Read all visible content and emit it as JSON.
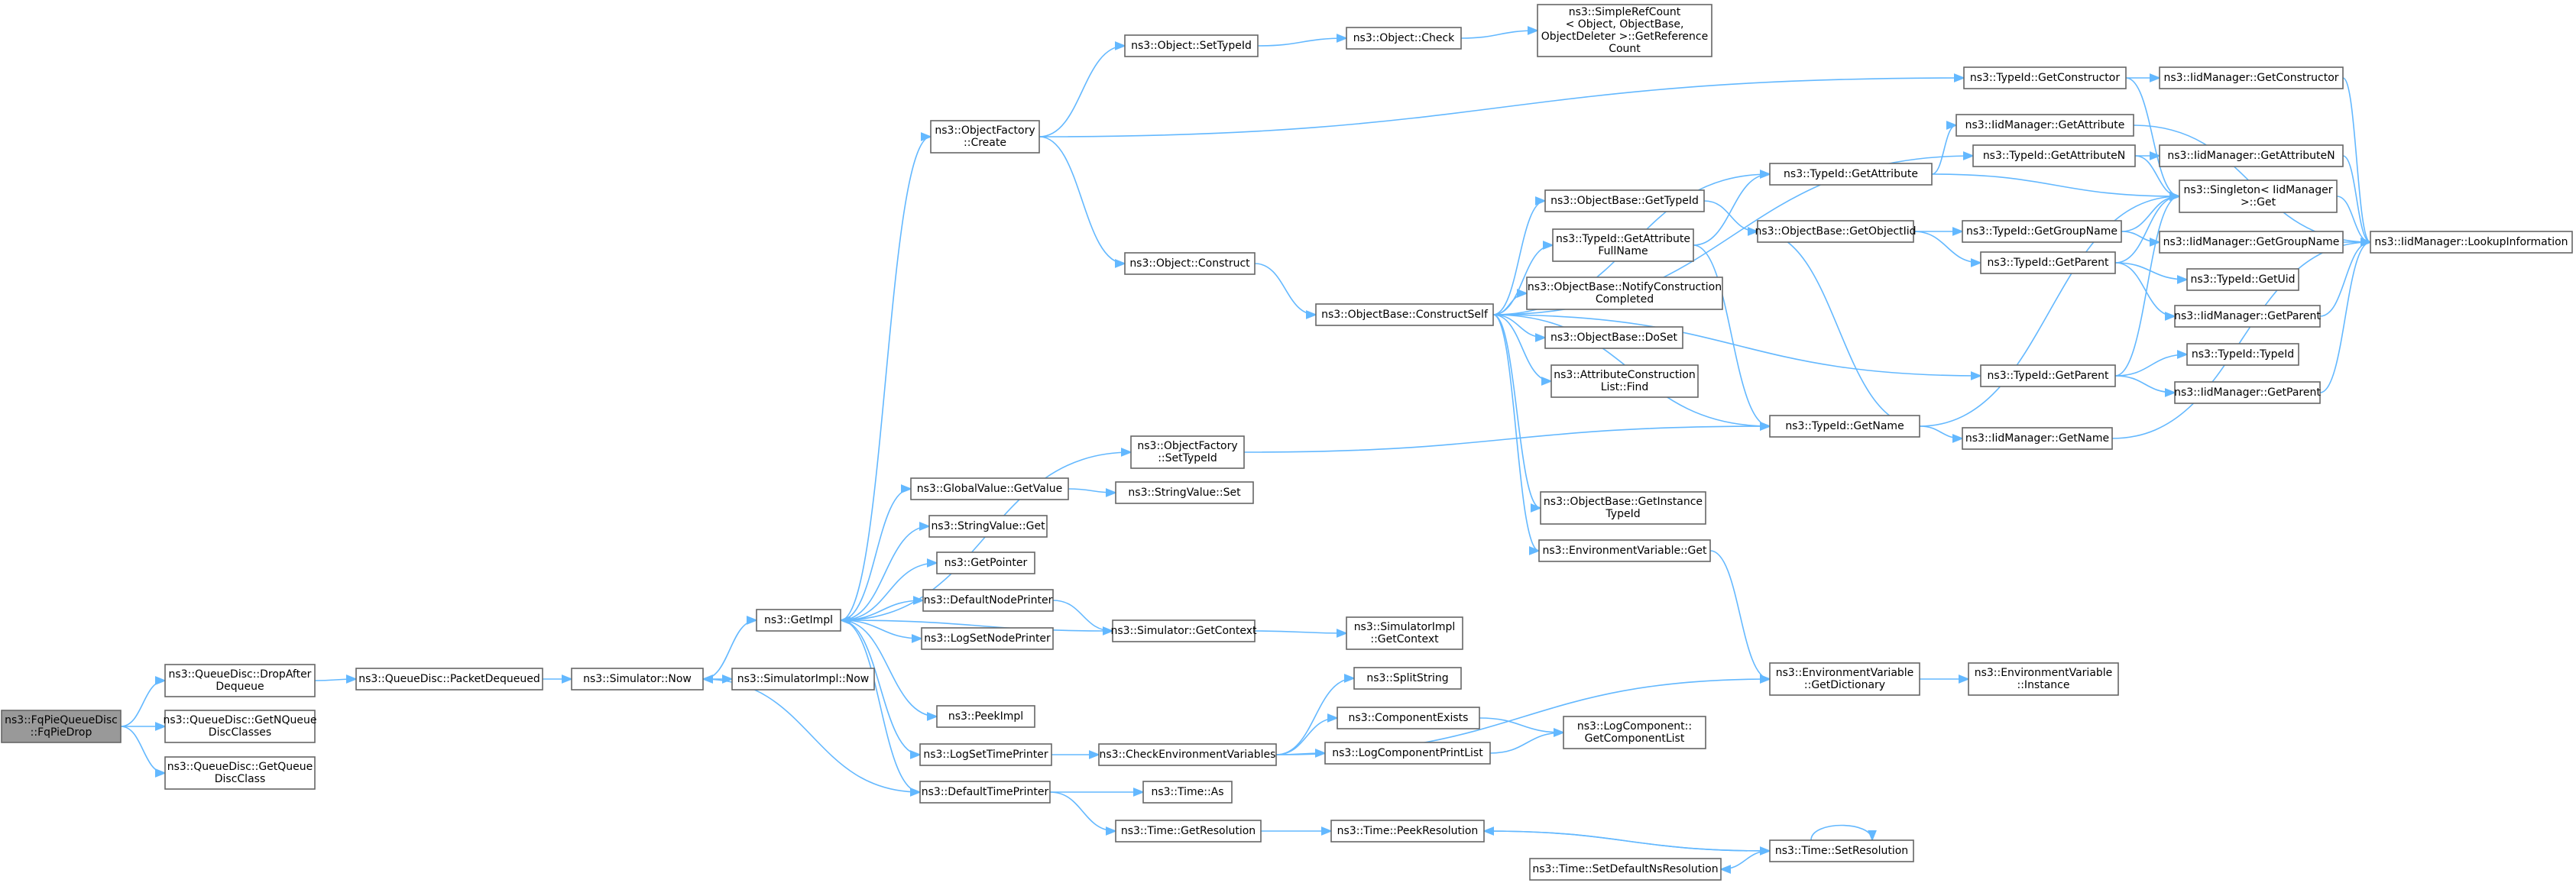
{
  "nodes": [
    {
      "id": "n0",
      "name": "fqpie-fqpiedrop",
      "lines": [
        "ns3::FqPieQueueDisc",
        "::FqPieDrop"
      ],
      "root": true
    },
    {
      "id": "n1",
      "name": "queuedisc-dropafterdequeue",
      "lines": [
        "ns3::QueueDisc::DropAfter",
        "Dequeue"
      ]
    },
    {
      "id": "n2",
      "name": "queuedisc-getnqueuedisc",
      "lines": [
        "ns3::QueueDisc::GetNQueue",
        "DiscClasses"
      ]
    },
    {
      "id": "n3",
      "name": "queuedisc-getqueuedisc",
      "lines": [
        "ns3::QueueDisc::GetQueue",
        "DiscClass"
      ]
    },
    {
      "id": "n4",
      "name": "queuedisc-packetdequeued",
      "lines": [
        "ns3::QueueDisc::PacketDequeued"
      ]
    },
    {
      "id": "n5",
      "name": "simulator-now",
      "lines": [
        "ns3::Simulator::Now"
      ]
    },
    {
      "id": "n6",
      "name": "getimpl",
      "lines": [
        "ns3::GetImpl"
      ]
    },
    {
      "id": "n7",
      "name": "simulatorimpl-now",
      "lines": [
        "ns3::SimulatorImpl::Now"
      ]
    },
    {
      "id": "n8",
      "name": "objectfactory-create",
      "lines": [
        "ns3::ObjectFactory",
        "::Create"
      ]
    },
    {
      "id": "n9",
      "name": "object-settypeid",
      "lines": [
        "ns3::Object::SetTypeId"
      ]
    },
    {
      "id": "n10",
      "name": "object-check",
      "lines": [
        "ns3::Object::Check"
      ]
    },
    {
      "id": "n11",
      "name": "simplerefcount-getreferencecount",
      "lines": [
        "ns3::SimpleRefCount",
        "< Object, ObjectBase,",
        "ObjectDeleter >::GetReference",
        "Count"
      ]
    },
    {
      "id": "n12",
      "name": "typeid-getconstructor",
      "lines": [
        "ns3::TypeId::GetConstructor"
      ]
    },
    {
      "id": "n13",
      "name": "iidmanager-getconstructor",
      "lines": [
        "ns3::IidManager::GetConstructor"
      ]
    },
    {
      "id": "n14",
      "name": "iidmanager-lookupinformation",
      "lines": [
        "ns3::IidManager::LookupInformation"
      ]
    },
    {
      "id": "n15",
      "name": "singleton-get",
      "lines": [
        "ns3::Singleton< IidManager",
        ">::Get"
      ]
    },
    {
      "id": "n16",
      "name": "object-construct",
      "lines": [
        "ns3::Object::Construct"
      ]
    },
    {
      "id": "n17",
      "name": "objectbase-constructself",
      "lines": [
        "ns3::ObjectBase::ConstructSelf"
      ]
    },
    {
      "id": "n18",
      "name": "iidmanager-getattribute",
      "lines": [
        "ns3::IidManager::GetAttribute"
      ]
    },
    {
      "id": "n19",
      "name": "typeid-getattributen",
      "lines": [
        "ns3::TypeId::GetAttributeN"
      ]
    },
    {
      "id": "n20",
      "name": "iidmanager-getattributen",
      "lines": [
        "ns3::IidManager::GetAttributeN"
      ]
    },
    {
      "id": "n21",
      "name": "typeid-getattribute",
      "lines": [
        "ns3::TypeId::GetAttribute"
      ]
    },
    {
      "id": "n22",
      "name": "objectbase-gettypeid",
      "lines": [
        "ns3::ObjectBase::GetTypeId"
      ]
    },
    {
      "id": "n23",
      "name": "objectbase-getobjectiid",
      "lines": [
        "ns3::ObjectBase::GetObjectIid"
      ]
    },
    {
      "id": "n24",
      "name": "typeid-getgroupname",
      "lines": [
        "ns3::TypeId::GetGroupName"
      ]
    },
    {
      "id": "n25",
      "name": "iidmanager-getgroupname",
      "lines": [
        "ns3::IidManager::GetGroupName"
      ]
    },
    {
      "id": "n26",
      "name": "typeid-getattributefullname",
      "lines": [
        "ns3::TypeId::GetAttribute",
        "FullName"
      ]
    },
    {
      "id": "n27",
      "name": "objectbase-notifyconstructioncompleted",
      "lines": [
        "ns3::ObjectBase::NotifyConstruction",
        "Completed"
      ]
    },
    {
      "id": "n28",
      "name": "typeid-getparent",
      "lines": [
        "ns3::TypeId::GetParent"
      ]
    },
    {
      "id": "n29",
      "name": "typeid-getuid",
      "lines": [
        "ns3::TypeId::GetUid"
      ]
    },
    {
      "id": "n30",
      "name": "iidmanager-getparent",
      "lines": [
        "ns3::IidManager::GetParent"
      ]
    },
    {
      "id": "n31",
      "name": "objectbase-doset",
      "lines": [
        "ns3::ObjectBase::DoSet"
      ]
    },
    {
      "id": "n32",
      "name": "typeid-gettypeid",
      "lines": [
        "ns3::TypeId::TypeId"
      ]
    },
    {
      "id": "n33",
      "name": "attributeconstructionlist-find",
      "lines": [
        "ns3::AttributeConstruction",
        "List::Find"
      ]
    },
    {
      "id": "n34",
      "name": "typeid-getparent2",
      "lines": [
        "ns3::TypeId::GetParent"
      ]
    },
    {
      "id": "n35",
      "name": "iidmanager-getparent2",
      "lines": [
        "ns3::IidManager::GetParent"
      ]
    },
    {
      "id": "n36",
      "name": "typeid-getname",
      "lines": [
        "ns3::TypeId::GetName"
      ]
    },
    {
      "id": "n37",
      "name": "iidmanager-getname",
      "lines": [
        "ns3::IidManager::GetName"
      ]
    },
    {
      "id": "n38",
      "name": "objectfactory-settypeid",
      "lines": [
        "ns3::ObjectFactory",
        "::SetTypeId"
      ]
    },
    {
      "id": "n39",
      "name": "globalvalue-getvalue",
      "lines": [
        "ns3::GlobalValue::GetValue"
      ]
    },
    {
      "id": "n40",
      "name": "stringvalue-set",
      "lines": [
        "ns3::StringValue::Set"
      ]
    },
    {
      "id": "n41",
      "name": "objectbase-getinstancetypeid",
      "lines": [
        "ns3::ObjectBase::GetInstance",
        "TypeId"
      ]
    },
    {
      "id": "n42",
      "name": "stringvalue-get",
      "lines": [
        "ns3::StringValue::Get"
      ]
    },
    {
      "id": "n43",
      "name": "environmentvariable-get",
      "lines": [
        "ns3::EnvironmentVariable::Get"
      ]
    },
    {
      "id": "n44",
      "name": "getpointer",
      "lines": [
        "ns3::GetPointer"
      ]
    },
    {
      "id": "n45",
      "name": "defaultnodeprinter",
      "lines": [
        "ns3::DefaultNodePrinter"
      ]
    },
    {
      "id": "n46",
      "name": "simulator-getcontext",
      "lines": [
        "ns3::Simulator::GetContext"
      ]
    },
    {
      "id": "n47",
      "name": "simulatorimpl-getcontext",
      "lines": [
        "ns3::SimulatorImpl",
        "::GetContext"
      ]
    },
    {
      "id": "n48",
      "name": "logsetnodeprinter",
      "lines": [
        "ns3::LogSetNodePrinter"
      ]
    },
    {
      "id": "n49",
      "name": "environmentvariable-getdictionary",
      "lines": [
        "ns3::EnvironmentVariable",
        "::GetDictionary"
      ]
    },
    {
      "id": "n50",
      "name": "environmentvariable-instance",
      "lines": [
        "ns3::EnvironmentVariable",
        "::Instance"
      ]
    },
    {
      "id": "n51",
      "name": "splitstring",
      "lines": [
        "ns3::SplitString"
      ]
    },
    {
      "id": "n52",
      "name": "peekimpl",
      "lines": [
        "ns3::PeekImpl"
      ]
    },
    {
      "id": "n53",
      "name": "componentexists",
      "lines": [
        "ns3::ComponentExists"
      ]
    },
    {
      "id": "n54",
      "name": "logcomponent-getcomponentlist",
      "lines": [
        "ns3::LogComponent::",
        "GetComponentList"
      ]
    },
    {
      "id": "n55",
      "name": "logsettimeprinter",
      "lines": [
        "ns3::LogSetTimePrinter"
      ]
    },
    {
      "id": "n56",
      "name": "checkenvironmentvariables",
      "lines": [
        "ns3::CheckEnvironmentVariables"
      ]
    },
    {
      "id": "n57",
      "name": "logcomponentprintlist",
      "lines": [
        "ns3::LogComponentPrintList"
      ]
    },
    {
      "id": "n58",
      "name": "defaulttimeprinter",
      "lines": [
        "ns3::DefaultTimePrinter"
      ]
    },
    {
      "id": "n59",
      "name": "time-as",
      "lines": [
        "ns3::Time::As"
      ]
    },
    {
      "id": "n60",
      "name": "time-getresolution",
      "lines": [
        "ns3::Time::GetResolution"
      ]
    },
    {
      "id": "n61",
      "name": "time-peekresolution",
      "lines": [
        "ns3::Time::PeekResolution"
      ]
    },
    {
      "id": "n62",
      "name": "time-setresolution",
      "lines": [
        "ns3::Time::SetResolution"
      ]
    },
    {
      "id": "n63",
      "name": "time-setdefaultnsresolution",
      "lines": [
        "ns3::Time::SetDefaultNsResolution"
      ]
    }
  ],
  "edges": [
    [
      "n0",
      "n1"
    ],
    [
      "n0",
      "n2"
    ],
    [
      "n0",
      "n3"
    ],
    [
      "n1",
      "n4"
    ],
    [
      "n4",
      "n5"
    ],
    [
      "n5",
      "n6"
    ],
    [
      "n5",
      "n7"
    ],
    [
      "n6",
      "n8"
    ],
    [
      "n6",
      "n38"
    ],
    [
      "n6",
      "n39"
    ],
    [
      "n6",
      "n42"
    ],
    [
      "n6",
      "n44"
    ],
    [
      "n6",
      "n45"
    ],
    [
      "n6",
      "n48"
    ],
    [
      "n6",
      "n52"
    ],
    [
      "n6",
      "n55"
    ],
    [
      "n6",
      "n58"
    ],
    [
      "n8",
      "n9"
    ],
    [
      "n8",
      "n12"
    ],
    [
      "n8",
      "n16"
    ],
    [
      "n9",
      "n10"
    ],
    [
      "n10",
      "n11"
    ],
    [
      "n12",
      "n13"
    ],
    [
      "n12",
      "n15"
    ],
    [
      "n13",
      "n14"
    ],
    [
      "n15",
      "n14"
    ],
    [
      "n16",
      "n17"
    ],
    [
      "n17",
      "n21"
    ],
    [
      "n17",
      "n22"
    ],
    [
      "n17",
      "n26"
    ],
    [
      "n17",
      "n27"
    ],
    [
      "n17",
      "n31"
    ],
    [
      "n17",
      "n33"
    ],
    [
      "n17",
      "n36"
    ],
    [
      "n17",
      "n41"
    ],
    [
      "n17",
      "n43"
    ],
    [
      "n17",
      "n34"
    ],
    [
      "n17",
      "n19"
    ],
    [
      "n21",
      "n18"
    ],
    [
      "n21",
      "n15"
    ],
    [
      "n18",
      "n14"
    ],
    [
      "n19",
      "n20"
    ],
    [
      "n19",
      "n15"
    ],
    [
      "n20",
      "n14"
    ],
    [
      "n22",
      "n23"
    ],
    [
      "n23",
      "n24"
    ],
    [
      "n23",
      "n28"
    ],
    [
      "n23",
      "n36"
    ],
    [
      "n24",
      "n25"
    ],
    [
      "n24",
      "n15"
    ],
    [
      "n25",
      "n14"
    ],
    [
      "n26",
      "n21"
    ],
    [
      "n26",
      "n36"
    ],
    [
      "n28",
      "n29"
    ],
    [
      "n28",
      "n30"
    ],
    [
      "n28",
      "n15"
    ],
    [
      "n30",
      "n14"
    ],
    [
      "n34",
      "n32"
    ],
    [
      "n34",
      "n35"
    ],
    [
      "n34",
      "n15"
    ],
    [
      "n35",
      "n14"
    ],
    [
      "n36",
      "n37"
    ],
    [
      "n36",
      "n15"
    ],
    [
      "n37",
      "n14"
    ],
    [
      "n38",
      "n36"
    ],
    [
      "n39",
      "n40"
    ],
    [
      "n43",
      "n49"
    ],
    [
      "n49",
      "n50"
    ],
    [
      "n45",
      "n46"
    ],
    [
      "n46",
      "n47"
    ],
    [
      "n46",
      "n6"
    ],
    [
      "n55",
      "n56"
    ],
    [
      "n56",
      "n51"
    ],
    [
      "n56",
      "n53"
    ],
    [
      "n56",
      "n57"
    ],
    [
      "n56",
      "n49"
    ],
    [
      "n53",
      "n54"
    ],
    [
      "n57",
      "n54"
    ],
    [
      "n58",
      "n59"
    ],
    [
      "n58",
      "n60"
    ],
    [
      "n58",
      "n5"
    ],
    [
      "n60",
      "n61"
    ],
    [
      "n61",
      "n62"
    ],
    [
      "n62",
      "n63"
    ],
    [
      "n62",
      "n61"
    ],
    [
      "n62",
      "n62"
    ]
  ]
}
